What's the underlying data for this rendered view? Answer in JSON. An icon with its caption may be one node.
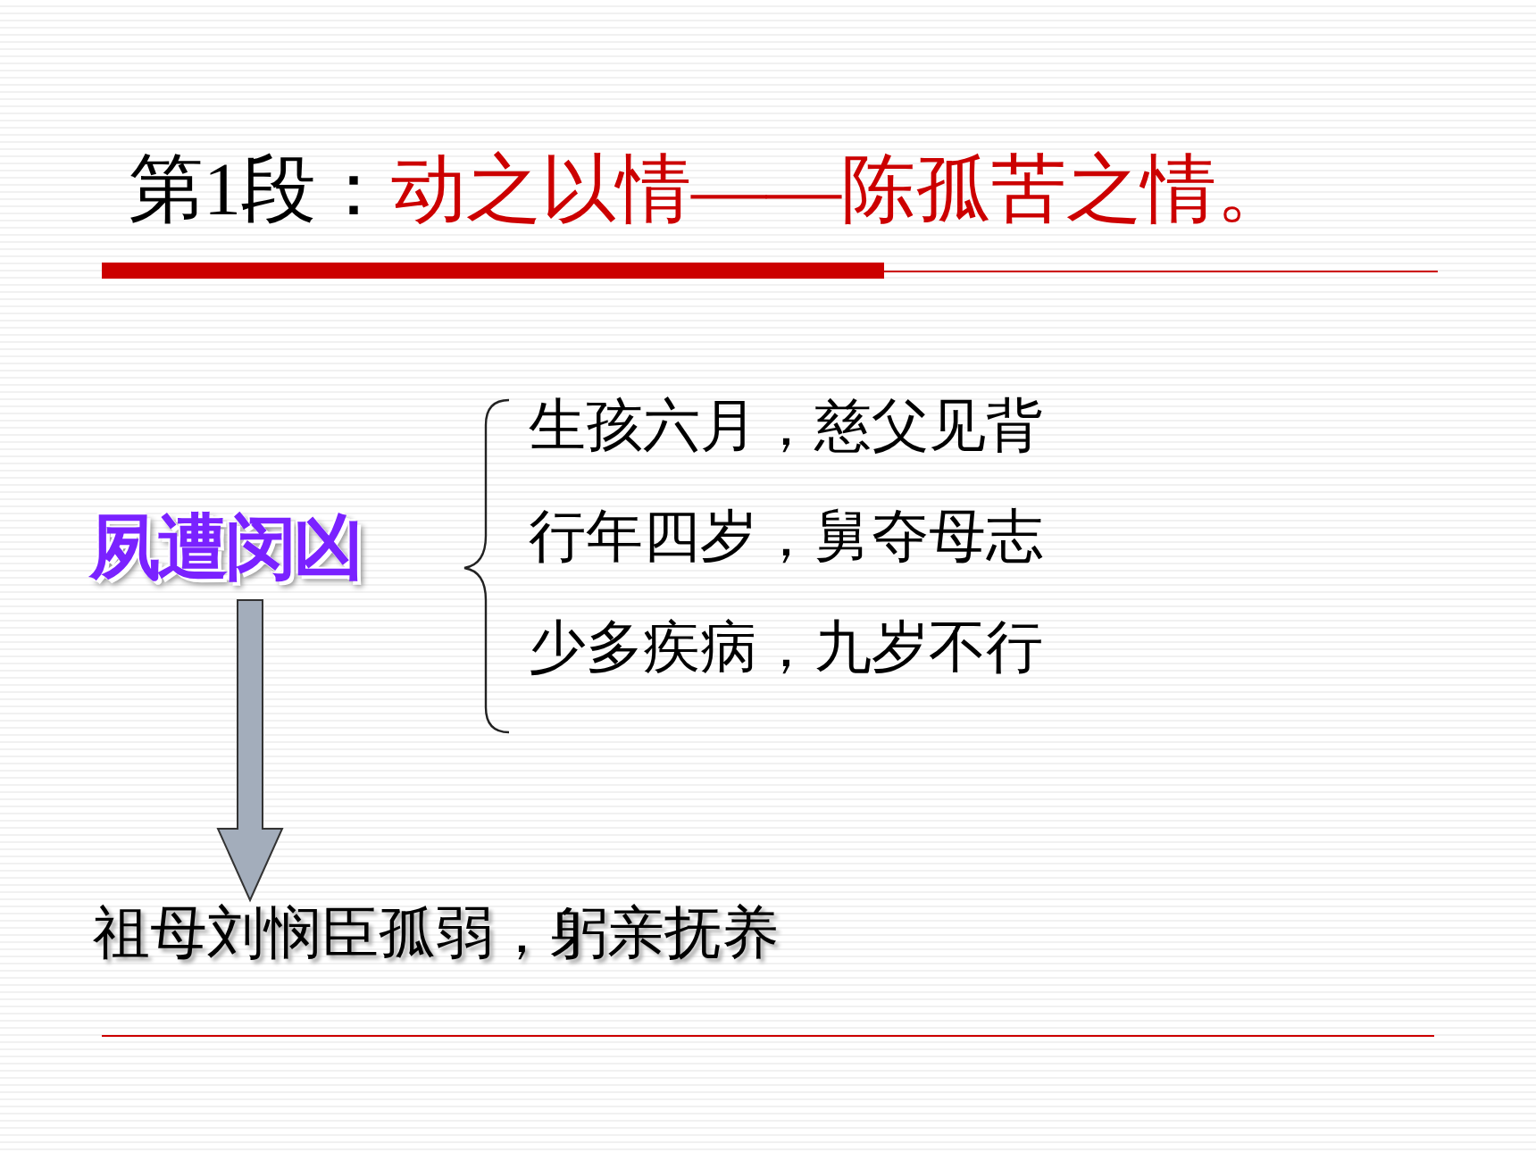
{
  "diagram": {
    "nodes": [
      {
        "text": [
          "夙遭闵凶"
        ]
      },
      {
        "text": [
          "祖母刘悯臣孤弱，躬亲抚养"
        ]
      }
    ],
    "edges": [
      {
        "from": 0,
        "to": 1,
        "arrow": "to",
        "style": "thick",
        "color": "#a3adbb"
      }
    ],
    "labels": [
      "第1段：",
      "动之以情——陈孤苦之情。",
      "生孩六月，慈父见背",
      "行年四岁，舅夺母志",
      "少多疾病，九岁不行"
    ]
  }
}
